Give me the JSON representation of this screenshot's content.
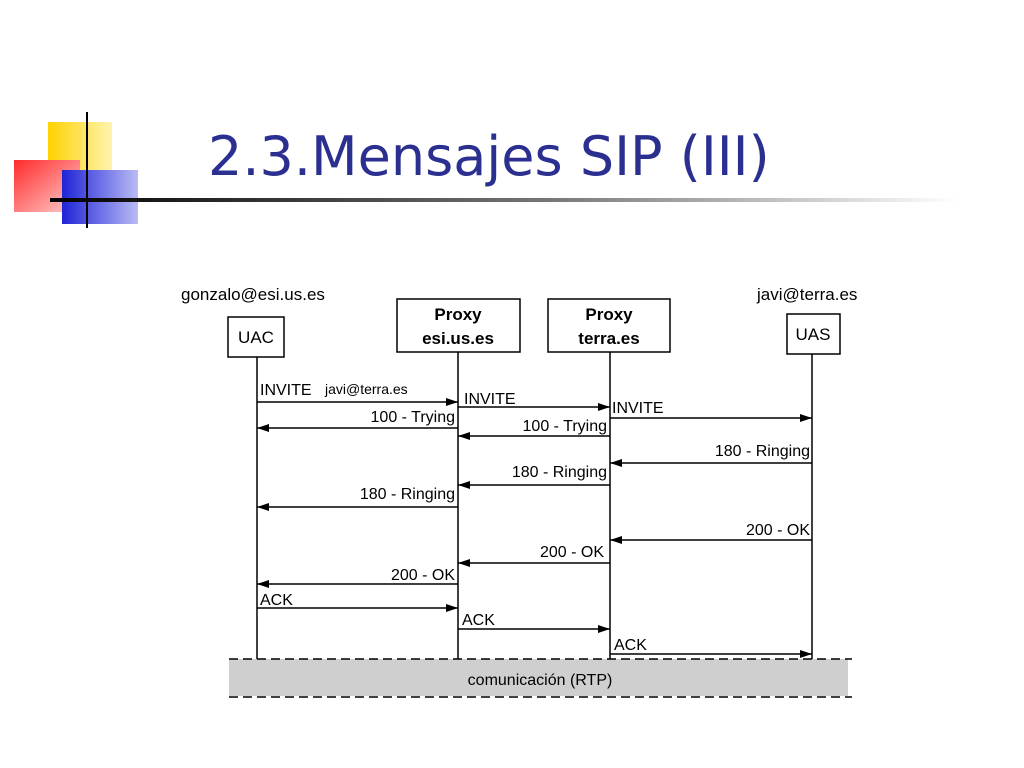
{
  "slide": {
    "title": "2.3.Mensajes SIP (III)"
  },
  "diagram": {
    "accent_colors": {
      "title": "#2b2f8f",
      "yellow_square": "#ffd200",
      "red_square": "#ff3b3b",
      "blue_square": "#2a2fd0",
      "rtp_band": "#cfcfcf"
    },
    "nodes": {
      "uac": {
        "user": "gonzalo@esi.us.es",
        "label": "UAC"
      },
      "proxy1": {
        "line1": "Proxy",
        "line2": "esi.us.es"
      },
      "proxy2": {
        "line1": "Proxy",
        "line2": "terra.es"
      },
      "uas": {
        "user": "javi@terra.es",
        "label": "UAS"
      }
    },
    "messages": {
      "m1": {
        "label": "INVITE",
        "sublabel": "javi@terra.es"
      },
      "m2": {
        "label": "INVITE"
      },
      "m3": {
        "label": "INVITE"
      },
      "m4": {
        "label": "100 - Trying"
      },
      "m5": {
        "label": "100 - Trying"
      },
      "m6": {
        "label": "180 - Ringing"
      },
      "m7": {
        "label": "180 - Ringing"
      },
      "m8": {
        "label": "180 - Ringing"
      },
      "m9": {
        "label": "200 - OK"
      },
      "m10": {
        "label": "200 - OK"
      },
      "m11": {
        "label": "200 - OK"
      },
      "m12": {
        "label": "ACK"
      },
      "m13": {
        "label": "ACK"
      },
      "m14": {
        "label": "ACK"
      }
    },
    "rtp_band": {
      "label": "comunicación (RTP)"
    }
  }
}
